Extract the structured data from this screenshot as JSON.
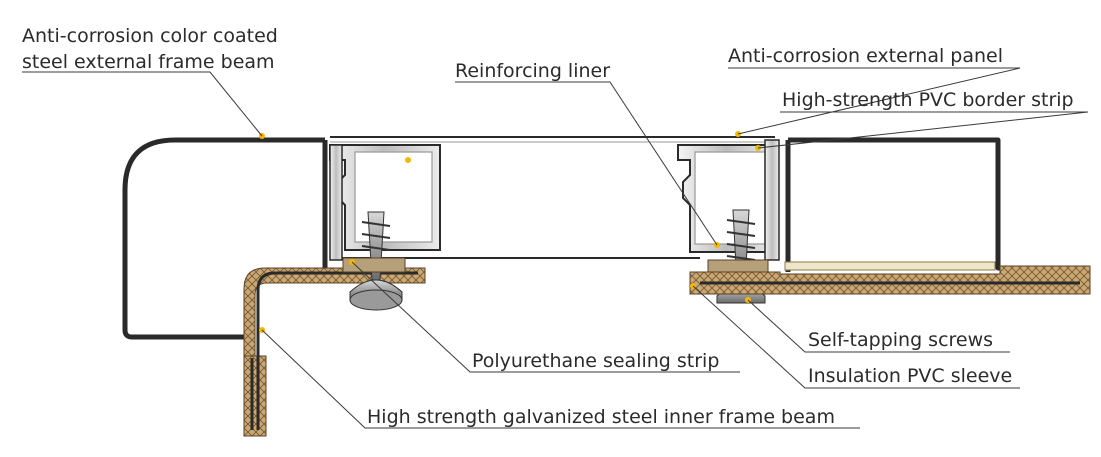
{
  "labels": {
    "outer_frame_line1": "Anti-corrosion color coated",
    "outer_frame_line2": "steel external frame beam",
    "reinforcing_liner": "Reinforcing liner",
    "external_panel": "Anti-corrosion external panel",
    "pvc_border_strip": "High-strength PVC border strip",
    "self_tapping_screws": "Self-tapping screws",
    "insulation_sleeve": "Insulation PVC sleeve",
    "pu_sealing_strip": "Polyurethane sealing strip",
    "inner_frame_beam": "High strength galvanized steel inner frame beam"
  },
  "colors": {
    "steel": "#2a2a2a",
    "liner": "#dcdcdc",
    "insulation": "#c9a874",
    "insulation_hatch": "#7a5a34",
    "seal": "#b5a07a",
    "screw": "#8a8a8a",
    "marker": "#f5b800"
  }
}
